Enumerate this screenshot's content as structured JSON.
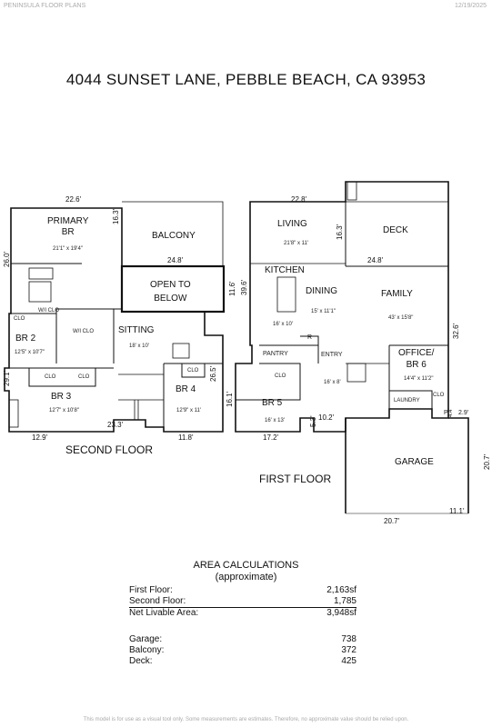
{
  "header": {
    "brand": "PENINSULA FLOOR PLANS",
    "date": "12/19/2025"
  },
  "title": "4044 SUNSET LANE, PEBBLE BEACH, CA  93953",
  "second_floor": {
    "label": "SECOND FLOOR",
    "rooms": {
      "primary_br": "PRIMARY\nBR",
      "primary_br_size": "21'1\" x 19'4\"",
      "balcony": "BALCONY",
      "open_to_below": "OPEN TO\nBELOW",
      "wi_clo_1": "W/I CLO",
      "wi_clo_2": "W/I CLO",
      "clo_1": "CLO",
      "clo_2": "CLO",
      "clo_3": "CLO",
      "clo_4": "CLO",
      "br2": "BR 2",
      "br2_size": "12'5\" x 10'7\"",
      "br3": "BR 3",
      "br3_size": "12'7\" x 10'8\"",
      "sitting": "SITTING",
      "sitting_size": "18' x 10'",
      "br4": "BR 4",
      "br4_size": "12'9\" x 11'"
    },
    "dims": {
      "top": "22.6'",
      "side_left": "26.0'",
      "side_right": "16.3'",
      "balcony_w": "24.8'",
      "open_side": "11.6'",
      "left_low": "29.1'",
      "bottom_mid": "23.3'",
      "bottom_left": "12.9'",
      "bottom_right": "11.8'",
      "br4_side": "26.5'"
    }
  },
  "first_floor": {
    "label": "FIRST FLOOR",
    "rooms": {
      "living": "LIVING",
      "living_size": "21'8\" x 11'",
      "deck": "DECK",
      "kitchen": "KITCHEN",
      "dining": "DINING",
      "dining_size": "15' x 11'1\"",
      "family": "FAMILY",
      "family_size": "43' x 15'8\"",
      "kitchen_size": "16' x 10'",
      "pantry": "PANTRY",
      "r": "R",
      "entry": "ENTRY",
      "entry_size": "16' x 8'",
      "clo_1": "CLO",
      "clo_2": "CLO",
      "office": "OFFICE/\nBR 6",
      "office_size": "14'4\" x 11'2\"",
      "laundry": "LAUNDRY",
      "br5": "BR 5",
      "br5_size": "16' x 13'",
      "garage": "GARAGE",
      "p": "P"
    },
    "dims": {
      "top": "22.8'",
      "deck_side": "16.3'",
      "deck_w": "24.8'",
      "left_side": "39.6'",
      "right_side": "32.6'",
      "br5_side": "16.1'",
      "br5_bottom": "17.2'",
      "entry_h": "5.3'",
      "entry_w": "10.2'",
      "small_1": "4.4'",
      "small_2": "2.9'",
      "garage_side": "20.7'",
      "garage_w": "20.7'",
      "garage_small": "11.1'"
    }
  },
  "area": {
    "title": "AREA CALCULATIONS",
    "subtitle": "(approximate)",
    "rows": [
      {
        "label": "First  Floor:",
        "value": "2,163sf",
        "underline": false
      },
      {
        "label": "Second Floor:",
        "value": "1,785",
        "underline": true
      },
      {
        "label": "Net Livable Area:",
        "value": "3,948sf",
        "underline": false
      }
    ],
    "rows2": [
      {
        "label": "Garage:",
        "value": "738"
      },
      {
        "label": "Balcony:",
        "value": "372"
      },
      {
        "label": "Deck:",
        "value": "425"
      }
    ]
  },
  "footer": "This model is for use as a visual tool only. Some measurements are estimates. Therefore, no approximate value should be relied upon."
}
